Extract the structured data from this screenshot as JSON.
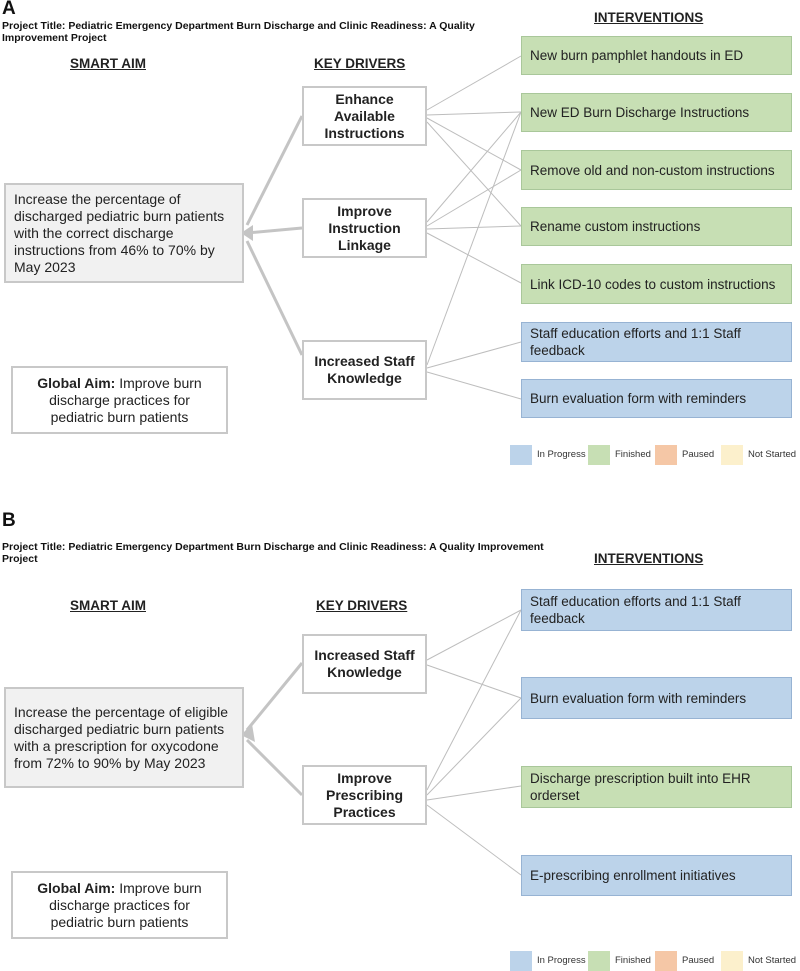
{
  "panel_a": {
    "letter": "A",
    "project_title_line1": "Project Title: Pediatric Emergency Department Burn Discharge and Clinic Readiness: A Quality",
    "project_title_line2": "Improvement Project",
    "smart_aim_heading": "SMART AIM",
    "key_drivers_heading": "KEY DRIVERS",
    "interventions_heading": "INTERVENTIONS",
    "smart_aim_text": "Increase the percentage of discharged pediatric burn patients with the correct discharge instructions from 46% to 70% by May 2023",
    "global_aim_label": "Global Aim:",
    "global_aim_text": " Improve burn discharge practices for pediatric burn patients",
    "drivers": [
      "Enhance Available Instructions",
      "Improve Instruction Linkage",
      "Increased Staff Knowledge"
    ],
    "interventions": [
      {
        "text": "New burn pamphlet handouts in ED",
        "status": "Finished"
      },
      {
        "text": "New ED Burn Discharge Instructions",
        "status": "Finished"
      },
      {
        "text": "Remove old and non-custom instructions",
        "status": "Finished"
      },
      {
        "text": "Rename custom instructions",
        "status": "Finished"
      },
      {
        "text": "Link ICD-10 codes to custom instructions",
        "status": "Finished"
      },
      {
        "text": "Staff education efforts and 1:1 Staff feedback",
        "status": "In Progress"
      },
      {
        "text": "Burn evaluation form with reminders",
        "status": "In Progress"
      }
    ]
  },
  "panel_b": {
    "letter": "B",
    "project_title_line1": "Project Title: Pediatric Emergency Department Burn Discharge and Clinic Readiness: A Quality Improvement",
    "project_title_line2": "Project",
    "smart_aim_heading": "SMART AIM",
    "key_drivers_heading": "KEY DRIVERS",
    "interventions_heading": "INTERVENTIONS",
    "smart_aim_text": "Increase the percentage of eligible discharged pediatric burn patients with a prescription for oxycodone from 72% to 90% by May 2023",
    "global_aim_label": "Global Aim:",
    "global_aim_text": " Improve burn discharge practices for pediatric burn patients",
    "drivers": [
      "Increased Staff Knowledge",
      "Improve Prescribing Practices"
    ],
    "interventions": [
      {
        "text": "Staff education efforts and 1:1 Staff feedback",
        "status": "In Progress"
      },
      {
        "text": "Burn evaluation form with reminders",
        "status": "In Progress"
      },
      {
        "text": "Discharge prescription built into EHR orderset",
        "status": "Finished"
      },
      {
        "text": "E-prescribing enrollment initiatives",
        "status": "In Progress"
      }
    ]
  },
  "legend": [
    {
      "label": "In Progress",
      "color": "#bcd3ea"
    },
    {
      "label": "Finished",
      "color": "#c7dfb4"
    },
    {
      "label": "Paused",
      "color": "#f5c7a6"
    },
    {
      "label": "Not Started",
      "color": "#fcf0cc"
    }
  ]
}
